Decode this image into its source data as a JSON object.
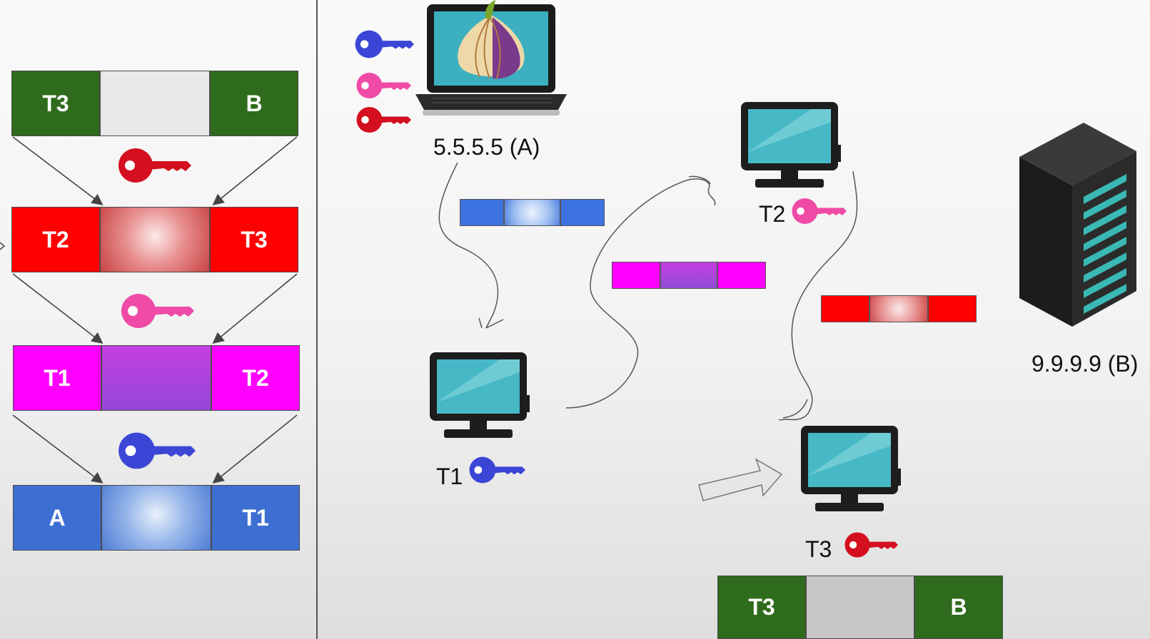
{
  "colors": {
    "green": "#2f6b1c",
    "red": "#ff0000",
    "magenta": "#ff00ff",
    "blue": "#3d6fd2",
    "key_red": "#d40f1f",
    "key_pink": "#ef4aa6",
    "key_blue": "#3c46d6"
  },
  "left_panel": {
    "layer3": {
      "left": "T3",
      "right": "B"
    },
    "layer2": {
      "left": "T2",
      "right": "T3"
    },
    "layer1": {
      "left": "T1",
      "right": "T2"
    },
    "layer0": {
      "left": "A",
      "right": "T1"
    },
    "keys": [
      "red-key-icon",
      "pink-key-icon",
      "blue-key-icon"
    ]
  },
  "nodes": {
    "client": {
      "label": "5.5.5.5 (A)",
      "icon": "tor-laptop-icon"
    },
    "t1": {
      "label": "T1",
      "icon": "computer-icon",
      "key": "blue-key-icon"
    },
    "t2": {
      "label": "T2",
      "icon": "computer-icon",
      "key": "pink-key-icon"
    },
    "t3": {
      "label": "T3",
      "icon": "computer-icon",
      "key": "red-key-icon"
    },
    "server": {
      "label": "9.9.9.9 (B)",
      "icon": "server-icon"
    }
  },
  "bottom_packet": {
    "left": "T3",
    "right": "B"
  }
}
